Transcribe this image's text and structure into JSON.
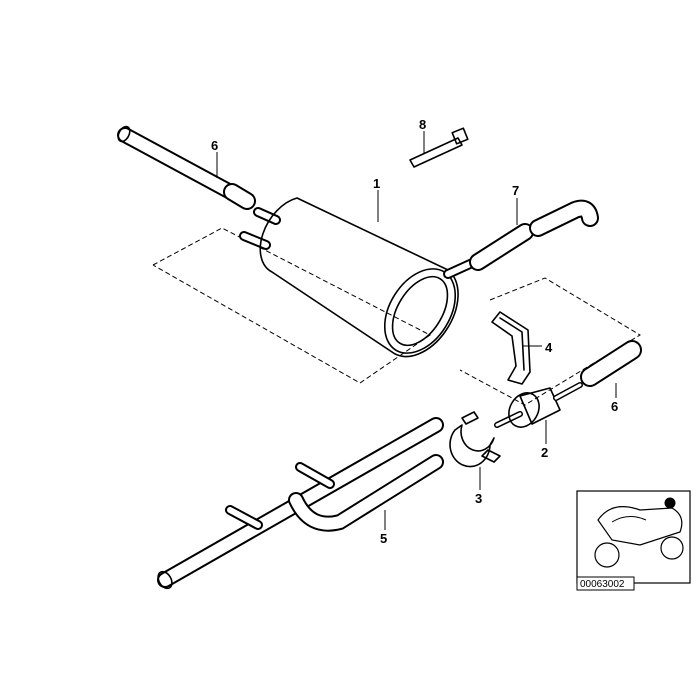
{
  "callouts": {
    "p1": "1",
    "p2": "2",
    "p3": "3",
    "p4": "4",
    "p5": "5",
    "p6_upper": "6",
    "p6_lower": "6",
    "p7": "7",
    "p8": "8"
  },
  "inset": {
    "code": "00063002",
    "icon": "motorcycle-icon"
  }
}
